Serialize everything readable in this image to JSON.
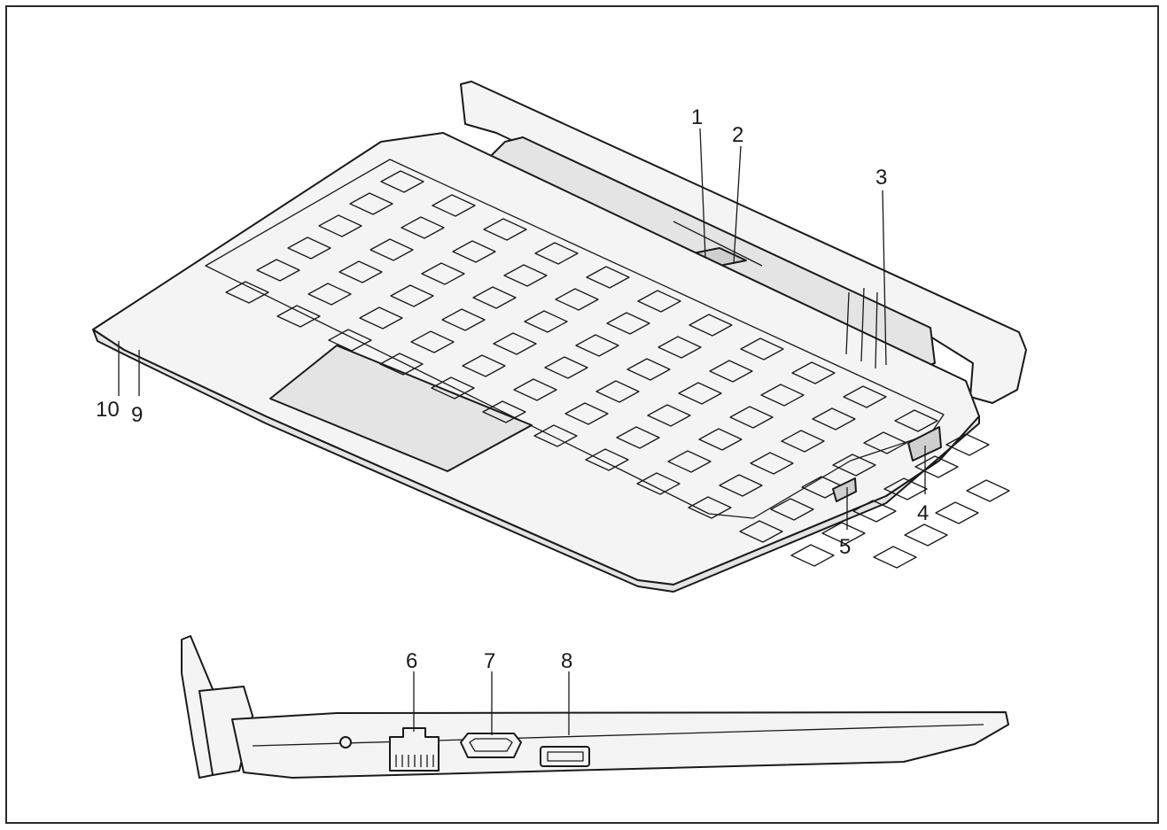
{
  "diagram": {
    "callouts": [
      {
        "id": "c1",
        "label": "1"
      },
      {
        "id": "c2",
        "label": "2"
      },
      {
        "id": "c3",
        "label": "3"
      },
      {
        "id": "c4",
        "label": "4"
      },
      {
        "id": "c5",
        "label": "5"
      },
      {
        "id": "c6",
        "label": "6"
      },
      {
        "id": "c7",
        "label": "7"
      },
      {
        "id": "c8",
        "label": "8"
      },
      {
        "id": "c9",
        "label": "9"
      },
      {
        "id": "c10",
        "label": "10"
      }
    ],
    "colors": {
      "stroke": "#1a1a1a",
      "fill_light": "#f4f4f4",
      "fill_mid": "#e4e4e4",
      "fill_dark": "#cfcfcf"
    }
  }
}
